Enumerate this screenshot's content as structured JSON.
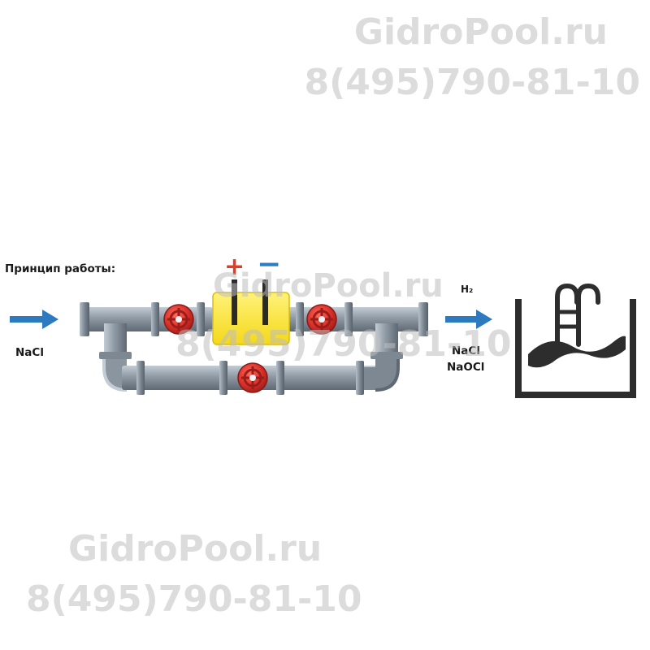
{
  "watermarks": {
    "top_site": "GidroPool.ru",
    "top_phone": "8(495)790-81-10",
    "middle_site": "GidroPool.ru",
    "middle_phone": "8(495)790-81-10",
    "bottom_site": "GidroPool.ru",
    "bottom_phone": "8(495)790-81-10"
  },
  "diagram": {
    "title": "Принцип работы:",
    "input_label": "NaCl",
    "output_gas": "H₂",
    "output_label_1": "NaCl",
    "output_label_2": "NaOCl",
    "electrode_positive": "+",
    "electrode_negative": "−"
  },
  "colors": {
    "pipe": "#8f9aa5",
    "valve": "#d8302a",
    "cell": "#ffe733",
    "arrow": "#2e7ac0",
    "pool_outline": "#2d2d2d"
  },
  "icons": {
    "valves": [
      "valve-icon",
      "valve-icon",
      "valve-icon"
    ],
    "pool": "pool-with-ladder-icon"
  }
}
